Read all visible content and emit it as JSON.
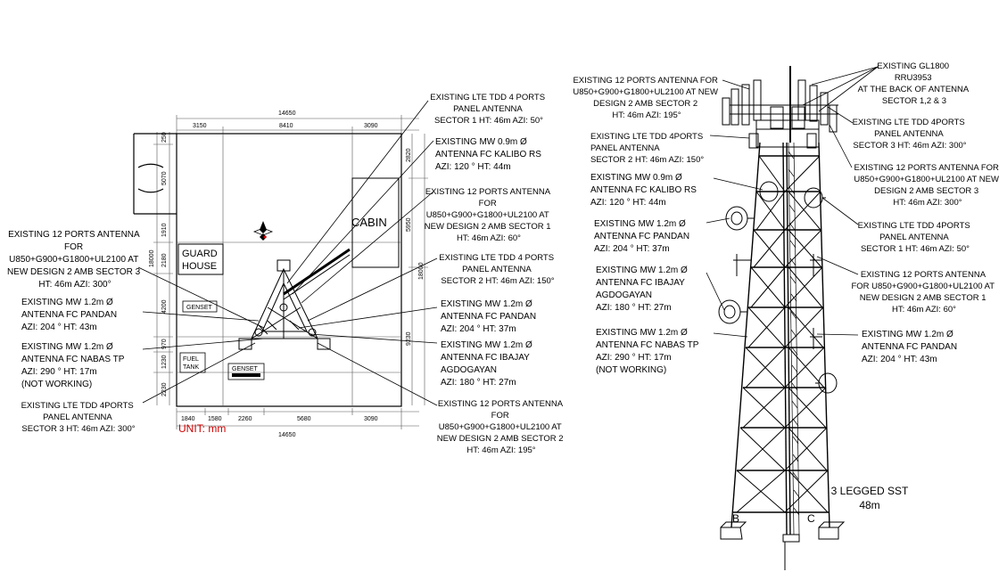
{
  "site_plan": {
    "dimensions": {
      "top_total": "14650",
      "top_segments": [
        "3150",
        "8410",
        "3090"
      ],
      "bottom_total": "14650",
      "bottom_segments": [
        "1840",
        "1580",
        "2260",
        "5680",
        "3090"
      ],
      "left_segments": [
        "250",
        "5070",
        "1910",
        "2180",
        "4200",
        "970",
        "1230",
        "2230"
      ],
      "left_total": "18000",
      "right_segments": [
        "2820",
        "5950",
        "18000",
        "9230"
      ]
    },
    "rooms": {
      "cabin": "CABIN",
      "guard_house_line1": "GUARD",
      "guard_house_line2": "HOUSE",
      "genset_1": "GENSET",
      "fuel_tank_line1": "FUEL",
      "fuel_tank_line2": "TANK",
      "genset_2": "GENSET"
    },
    "unit_label": "UNIT: mm",
    "callouts_left": [
      {
        "lines": [
          "EXISTING 12 PORTS ANTENNA",
          "FOR",
          "U850+G900+G1800+UL2100 AT",
          "NEW DESIGN 2 AMB SECTOR 3",
          "HT: 46m AZI: 300°"
        ]
      },
      {
        "lines": [
          "EXISTING MW 1.2m Ø",
          "ANTENNA FC PANDAN",
          "AZI: 204 ° HT: 43m"
        ]
      },
      {
        "lines": [
          "EXISTING MW 1.2m Ø",
          "ANTENNA  FC NABAS TP",
          "AZI: 290 ° HT: 17m",
          "(NOT WORKING)"
        ]
      },
      {
        "lines": [
          "EXISTING LTE TDD 4PORTS",
          "PANEL ANTENNA",
          "SECTOR 3 HT: 46m AZI: 300°"
        ]
      }
    ],
    "callouts_right": [
      {
        "lines": [
          "EXISTING LTE TDD 4 PORTS",
          "PANEL ANTENNA",
          "SECTOR 1 HT: 46m AZI: 50°"
        ]
      },
      {
        "lines": [
          "EXISTING MW 0.9m Ø",
          "ANTENNA FC KALIBO RS",
          "AZI: 120 ° HT: 44m"
        ]
      },
      {
        "lines": [
          "EXISTING  12 PORTS ANTENNA",
          "FOR",
          "U850+G900+G1800+UL2100 AT",
          "NEW DESIGN 2 AMB SECTOR 1",
          "HT: 46m AZI: 60°"
        ]
      },
      {
        "lines": [
          "EXISTING LTE TDD 4 PORTS",
          "PANEL ANTENNA",
          "SECTOR 2 HT: 46m AZI: 150°"
        ]
      },
      {
        "lines": [
          "EXISTING MW 1.2m Ø",
          "ANTENNA FC PANDAN",
          "AZI: 204 ° HT: 37m"
        ]
      },
      {
        "lines": [
          "EXISTING MW 1.2m Ø",
          "ANTENNA FC IBAJAY",
          "AGDOGAYAN",
          "AZI: 180 ° HT: 27m"
        ]
      },
      {
        "lines": [
          "EXISTING  12 PORTS ANTENNA",
          "FOR",
          "U850+G900+G1800+UL2100 AT",
          "NEW DESIGN 2 AMB SECTOR 2",
          "HT: 46m AZI: 195°"
        ]
      }
    ]
  },
  "elevation": {
    "callouts_left": [
      {
        "lines": [
          "EXISTING 12 PORTS ANTENNA FOR",
          "U850+G900+G1800+UL2100 AT NEW",
          "DESIGN 2 AMB SECTOR 2",
          "HT: 46m AZI: 195°"
        ]
      },
      {
        "lines": [
          "EXISTING LTE TDD 4PORTS",
          "PANEL ANTENNA",
          "SECTOR 2 HT: 46m AZI: 150°"
        ]
      },
      {
        "lines": [
          "EXISTING MW 0.9m Ø",
          "ANTENNA FC KALIBO RS",
          "AZI: 120 ° HT: 44m"
        ]
      },
      {
        "lines": [
          "EXISTING MW 1.2m Ø",
          "ANTENNA FC PANDAN",
          "AZI: 204 ° HT: 37m"
        ]
      },
      {
        "lines": [
          "EXISTING MW 1.2m Ø",
          "ANTENNA FC IBAJAY",
          "AGDOGAYAN",
          "AZI: 180 ° HT: 27m"
        ]
      },
      {
        "lines": [
          "EXISTING MW 1.2m Ø",
          "ANTENNA FC NABAS TP",
          "AZI: 290 ° HT: 17m",
          "(NOT WORKING)"
        ]
      }
    ],
    "callouts_right": [
      {
        "lines": [
          "EXISTING GL1800",
          "RRU3953",
          "AT THE BACK OF ANTENNA",
          "SECTOR 1,2 & 3"
        ]
      },
      {
        "lines": [
          "EXISTING LTE TDD 4PORTS",
          "PANEL ANTENNA",
          "SECTOR 3 HT: 46m AZI: 300°"
        ]
      },
      {
        "lines": [
          "EXISTING 12 PORTS ANTENNA FOR",
          "U850+G900+G1800+UL2100 AT NEW",
          "DESIGN 2 AMB SECTOR 3",
          "HT: 46m AZI: 300°"
        ]
      },
      {
        "lines": [
          "EXISTING LTE TDD 4PORTS",
          "PANEL ANTENNA",
          "SECTOR 1 HT: 46m AZI: 50°"
        ]
      },
      {
        "lines": [
          "EXISTING  12 PORTS ANTENNA",
          "FOR U850+G900+G1800+UL2100 AT",
          "NEW DESIGN 2 AMB SECTOR 1",
          "HT: 46m AZI: 60°"
        ]
      },
      {
        "lines": [
          "EXISTING MW 1.2m Ø",
          "ANTENNA FC PANDAN",
          "AZI: 204 ° HT: 43m"
        ]
      }
    ],
    "tower_type_line1": "3 LEGGED SST",
    "tower_type_line2": "48m",
    "leg_b": "B",
    "leg_c": "C"
  }
}
